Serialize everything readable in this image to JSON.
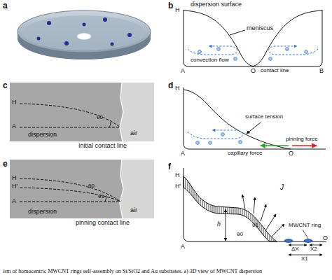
{
  "diagram": {
    "caption": "ism of homocentric MWCNT rings self-assembly on Si/SiO2 and Au substrates. a) 3D view of MWCNT dispersion",
    "labels": [
      "a",
      "b",
      "H",
      "dispersion surface",
      "meniscus",
      "convection flow",
      "contact line",
      "A",
      "O",
      "B",
      "c",
      "H",
      "θ0",
      "A",
      "dispersion",
      "air",
      "Initial contact line",
      "d",
      "H",
      "surface tension",
      "pinning force",
      "capillary force",
      "A",
      "O",
      "e",
      "H",
      "H'",
      "θ0",
      "θ1",
      "A",
      "dispersion",
      "air",
      "pinning contact line",
      "f",
      "H",
      "H'",
      "J",
      "h",
      "θ0",
      "θ1",
      "MWCNT ring",
      "ΔX",
      "X2",
      "X1",
      "A",
      "O"
    ]
  }
}
